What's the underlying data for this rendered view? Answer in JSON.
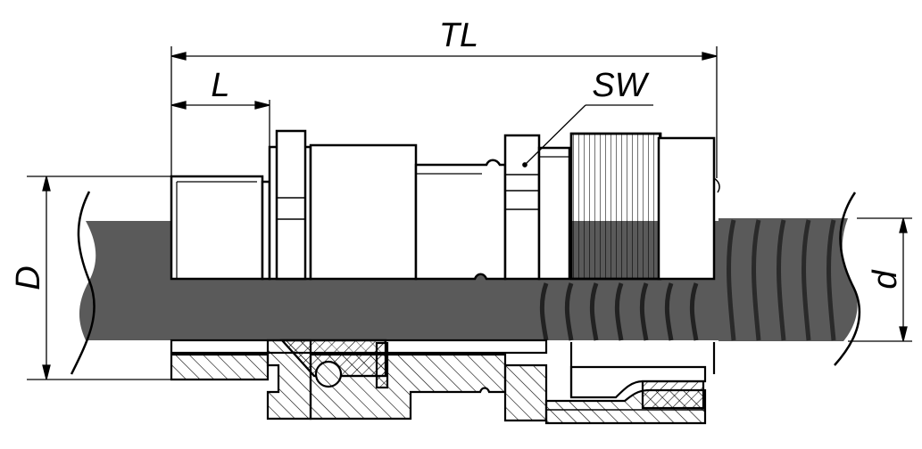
{
  "labels": {
    "total_length": "TL",
    "thread_length": "L",
    "wrench_size": "SW",
    "outer_diameter": "D",
    "cable_diameter": "d"
  },
  "colors": {
    "cable": "#5a5a5a",
    "line": "#000000",
    "background": "#ffffff"
  }
}
